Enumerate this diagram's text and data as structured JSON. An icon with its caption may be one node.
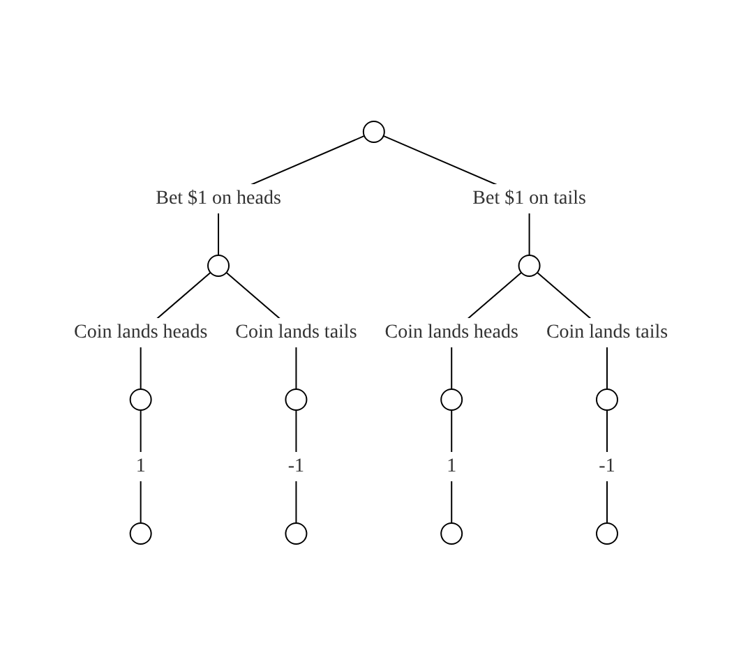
{
  "diagram": {
    "nodes": [
      {
        "text": [],
        "shape": "circle"
      },
      {
        "text": [],
        "shape": "circle"
      },
      {
        "text": [],
        "shape": "circle"
      },
      {
        "text": [],
        "shape": "circle"
      },
      {
        "text": [],
        "shape": "circle"
      },
      {
        "text": [],
        "shape": "circle"
      },
      {
        "text": [],
        "shape": "circle"
      },
      {
        "text": [],
        "shape": "circle"
      },
      {
        "text": [],
        "shape": "circle"
      },
      {
        "text": [],
        "shape": "circle"
      },
      {
        "text": [],
        "shape": "circle"
      }
    ],
    "edges": [
      {
        "from": 0,
        "to": 1,
        "arrow": "none",
        "label": "Bet $1 on heads"
      },
      {
        "from": 0,
        "to": 2,
        "arrow": "none",
        "label": "Bet $1 on tails"
      },
      {
        "from": 1,
        "to": 3,
        "arrow": "none",
        "label": "Coin lands heads"
      },
      {
        "from": 1,
        "to": 4,
        "arrow": "none",
        "label": "Coin lands tails"
      },
      {
        "from": 2,
        "to": 5,
        "arrow": "none",
        "label": "Coin lands heads"
      },
      {
        "from": 2,
        "to": 6,
        "arrow": "none",
        "label": "Coin lands tails"
      },
      {
        "from": 3,
        "to": 7,
        "arrow": "none",
        "label": "1"
      },
      {
        "from": 4,
        "to": 8,
        "arrow": "none",
        "label": "-1"
      },
      {
        "from": 5,
        "to": 9,
        "arrow": "none",
        "label": "1"
      },
      {
        "from": 6,
        "to": 10,
        "arrow": "none",
        "label": "-1"
      }
    ]
  }
}
